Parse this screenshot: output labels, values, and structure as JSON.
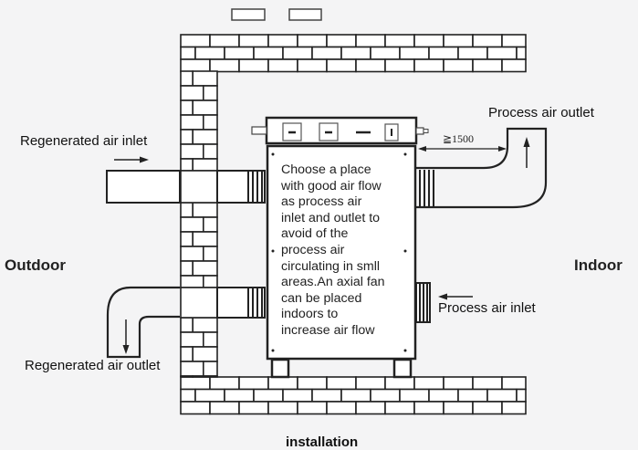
{
  "title": "installation",
  "zones": {
    "outdoor": "Outdoor",
    "indoor": "Indoor"
  },
  "labels": {
    "regenerated_air_inlet": "Regenerated air inlet",
    "regenerated_air_outlet": "Regenerated air outlet",
    "process_air_outlet": "Process air outlet",
    "process_air_inlet": "Process air inlet"
  },
  "dimension": "≧1500",
  "note": "Choose a place\nwith good air flow\nas process air\ninlet and outlet to\navoid of the\nprocess air\ncirculating in smll\nareas.An axial fan\ncan be placed\nindoors to\nincrease air flow",
  "colors": {
    "background": "#f4f4f5",
    "line": "#222222",
    "brick_fill": "#ffffff"
  }
}
